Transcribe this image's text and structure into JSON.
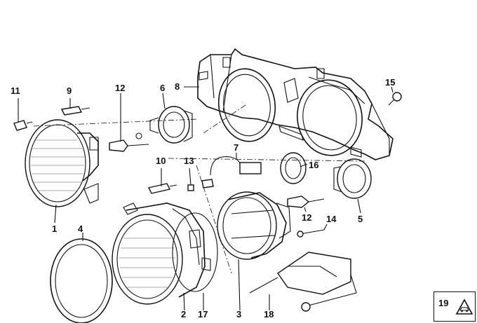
{
  "diagram": {
    "callouts": [
      {
        "id": "1",
        "label": "1"
      },
      {
        "id": "2",
        "label": "2"
      },
      {
        "id": "3",
        "label": "3"
      },
      {
        "id": "4",
        "label": "4"
      },
      {
        "id": "5",
        "label": "5"
      },
      {
        "id": "6",
        "label": "6"
      },
      {
        "id": "7",
        "label": "7"
      },
      {
        "id": "8",
        "label": "8"
      },
      {
        "id": "9",
        "label": "9"
      },
      {
        "id": "10",
        "label": "10"
      },
      {
        "id": "11",
        "label": "11"
      },
      {
        "id": "12a",
        "label": "12"
      },
      {
        "id": "12b",
        "label": "12"
      },
      {
        "id": "13",
        "label": "13"
      },
      {
        "id": "14",
        "label": "14"
      },
      {
        "id": "15",
        "label": "15"
      },
      {
        "id": "16",
        "label": "16"
      },
      {
        "id": "17",
        "label": "17"
      },
      {
        "id": "18",
        "label": "18"
      }
    ],
    "legend": {
      "number": "19",
      "icon": "car-warning-triangle-icon"
    }
  }
}
